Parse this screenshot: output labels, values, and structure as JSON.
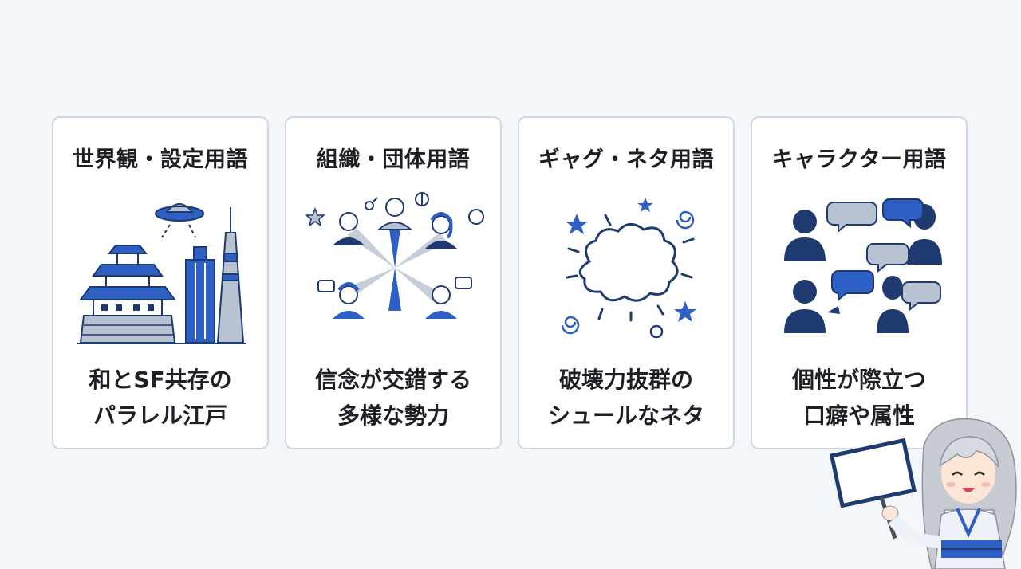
{
  "colors": {
    "background": "#f3f7fb",
    "card_border": "#d2d8e0",
    "accent_blue": "#2d5fc4",
    "navy": "#1f3a6e",
    "gray_blue": "#b8c2d0"
  },
  "cards": [
    {
      "title": "世界観・設定用語",
      "line1": "和とSF共存の",
      "line2": "パラレル江戸",
      "icon": "edo-castle-skyscraper-ufo-icon"
    },
    {
      "title": "組織・団体用語",
      "line1": "信念が交錯する",
      "line2": "多様な勢力",
      "icon": "people-network-icon"
    },
    {
      "title": "ギャグ・ネタ用語",
      "line1": "破壊力抜群の",
      "line2": "シュールなネタ",
      "icon": "explosion-burst-icon"
    },
    {
      "title": "キャラクター用語",
      "line1": "個性が際立つ",
      "line2": "口癖や属性",
      "icon": "characters-speech-bubbles-icon"
    }
  ],
  "mascot": {
    "icon": "kimono-girl-holding-sign-icon"
  }
}
